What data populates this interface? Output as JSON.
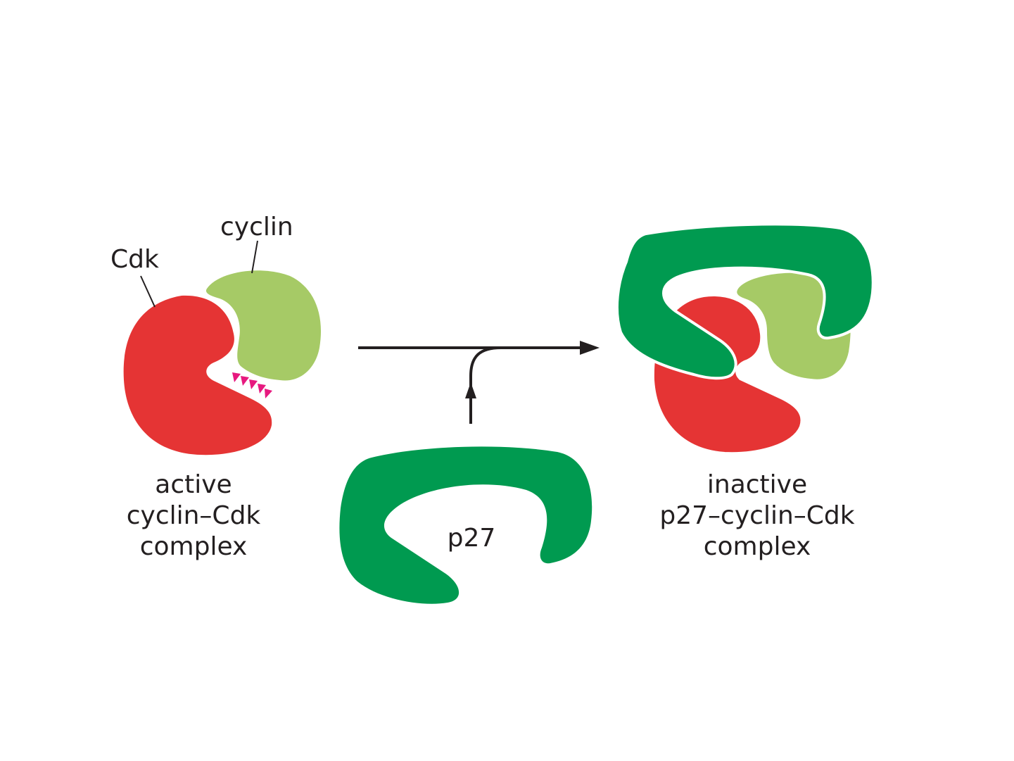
{
  "labels": {
    "cdk": "Cdk",
    "cyclin": "cyclin",
    "p27": "p27",
    "left_caption": [
      "active",
      "cyclin–Cdk",
      "complex"
    ],
    "right_caption": [
      "inactive",
      "p27–cyclin–Cdk",
      "complex"
    ]
  },
  "colors": {
    "cdk_red": "#e53434",
    "cyclin_light_green": "#a6ca66",
    "p27_dark_green": "#009a50",
    "active_site_magenta": "#e7197f",
    "arrow": "#231f20",
    "text": "#231f20"
  }
}
